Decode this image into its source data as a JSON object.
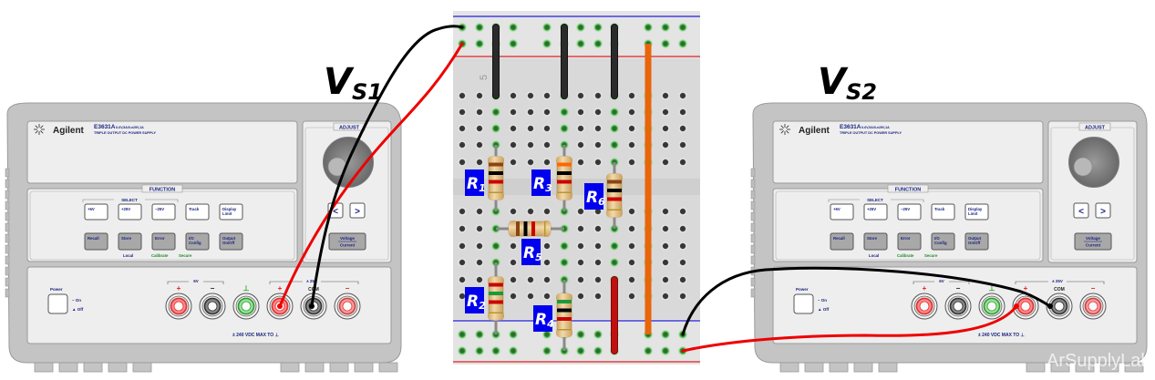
{
  "diagram": {
    "title_labels": {
      "supply1": {
        "main": "V",
        "sub": "S1"
      },
      "supply2": {
        "main": "V",
        "sub": "S2"
      }
    },
    "power_supplies": [
      {
        "id": "vs1",
        "brand": "Agilent",
        "model": "E3631A",
        "rating": "0-6V,5A/0-±25V,1A",
        "description": "TRIPLE OUTPUT DC POWER SUPPLY",
        "adjust_label": "ADJUST",
        "function_label": "FUNCTION",
        "select_label": "SELECT",
        "buttons_top": [
          "+6V",
          "+25V",
          "−25V",
          "Track",
          "Display Limit"
        ],
        "buttons_bottom": [
          "Recall",
          "Store",
          "Error",
          "I/O Config",
          "Output On/Off"
        ],
        "sub_labels": [
          {
            "text": "Local",
            "color": "#1a237e"
          },
          {
            "text": "Calibrate",
            "color": "#1a8a2a"
          },
          {
            "text": "Secure",
            "color": "#1a8a2a"
          }
        ],
        "arrow_left": "<",
        "arrow_right": ">",
        "voltage_label": "Voltage",
        "current_label": "Current",
        "power_label": "Power",
        "on_label": "On",
        "off_label": "Off",
        "group_6v": "6V",
        "group_25v": "± 25V",
        "terminal_labels": [
          "+",
          "−",
          "⊥",
          "+",
          "COM",
          "−"
        ],
        "max_label": "±  240  VDC  MAX  TO  ⊥"
      },
      {
        "id": "vs2",
        "brand": "Agilent",
        "model": "E3631A",
        "rating": "0-6V,5A/0-±25V,1A",
        "description": "TRIPLE OUTPUT DC POWER SUPPLY",
        "adjust_label": "ADJUST",
        "function_label": "FUNCTION",
        "select_label": "SELECT",
        "buttons_top": [
          "+6V",
          "+25V",
          "−25V",
          "Track",
          "Display Limit"
        ],
        "buttons_bottom": [
          "Recall",
          "Store",
          "Error",
          "I/O Config",
          "Output On/Off"
        ],
        "sub_labels": [
          {
            "text": "Local",
            "color": "#1a237e"
          },
          {
            "text": "Calibrate",
            "color": "#1a8a2a"
          },
          {
            "text": "Secure",
            "color": "#1a8a2a"
          }
        ],
        "arrow_left": "<",
        "arrow_right": ">",
        "voltage_label": "Voltage",
        "current_label": "Current",
        "power_label": "Power",
        "on_label": "On",
        "off_label": "Off",
        "group_6v": "6V",
        "group_25v": "± 25V",
        "terminal_labels": [
          "+",
          "−",
          "⊥",
          "+",
          "COM",
          "−"
        ],
        "max_label": "±  240  VDC  MAX  TO  ⊥"
      }
    ],
    "breadboard": {
      "row_number_label": "5",
      "resistors": [
        {
          "name": "R",
          "sub": "1",
          "bands": [
            "#8b4513",
            "#000000",
            "#cc0000"
          ]
        },
        {
          "name": "R",
          "sub": "2",
          "bands": [
            "#cc0000",
            "#1a9a3a",
            "#cc0000"
          ]
        },
        {
          "name": "R",
          "sub": "3",
          "bands": [
            "#ff6600",
            "#000000",
            "#cc0000"
          ]
        },
        {
          "name": "R",
          "sub": "4",
          "bands": [
            "#1a9a3a",
            "#000000",
            "#cc0000"
          ]
        },
        {
          "name": "R",
          "sub": "5",
          "bands": [
            "#8b4513",
            "#000000",
            "#cc0000"
          ]
        },
        {
          "name": "R",
          "sub": "6",
          "bands": [
            "#8b4513",
            "#000000",
            "#cc0000"
          ]
        }
      ],
      "jumper_colors": {
        "black": "#2b2b2b",
        "orange": "#e8650a",
        "red": "#c01010"
      }
    },
    "wire_colors": {
      "positive": "#ee0000",
      "common": "#000000"
    },
    "label_box_color": "#0000ee",
    "watermark": "ArSupplyLab"
  }
}
